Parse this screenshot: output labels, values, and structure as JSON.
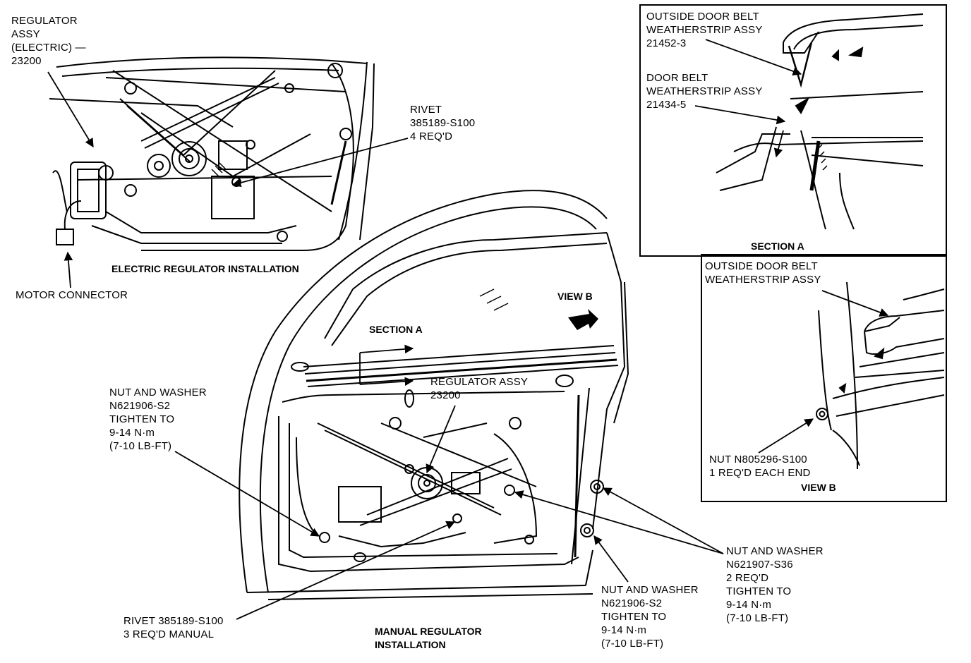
{
  "electric": {
    "regulator_label": "REGULATOR\nASSY\n(ELECTRIC) —\n23200",
    "rivet_label": "RIVET\n385189-S100\n4 REQ'D",
    "caption": "ELECTRIC REGULATOR INSTALLATION",
    "motor_connector_label": "MOTOR CONNECTOR"
  },
  "section_a": {
    "outside_belt_label": "OUTSIDE DOOR BELT\nWEATHERSTRIP ASSY\n21452-3",
    "door_belt_label": "DOOR BELT\nWEATHERSTRIP ASSY\n21434-5",
    "caption": "SECTION A"
  },
  "view_b": {
    "outside_belt_label": "OUTSIDE DOOR BELT\nWEATHERSTRIP ASSY",
    "nut_label": "NUT N805296-S100\n1 REQ'D EACH END",
    "caption": "VIEW B"
  },
  "manual": {
    "view_b_marker": "VIEW B",
    "section_a_marker": "SECTION A",
    "regulator_label": "REGULATOR ASSY\n23200",
    "nut_left_label": "NUT AND WASHER\nN621906-S2\nTIGHTEN TO\n9-14 N·m\n(7-10 LB-FT)",
    "nut_right_label": "NUT AND WASHER\nN621907-S36\n2 REQ'D\nTIGHTEN TO\n9-14 N·m\n(7-10 LB-FT)",
    "nut_bottom_label": "NUT AND WASHER\nN621906-S2\nTIGHTEN TO\n9-14 N·m\n(7-10 LB-FT)",
    "rivet_label": "RIVET 385189-S100\n3 REQ'D MANUAL",
    "caption": "MANUAL REGULATOR\nINSTALLATION"
  }
}
